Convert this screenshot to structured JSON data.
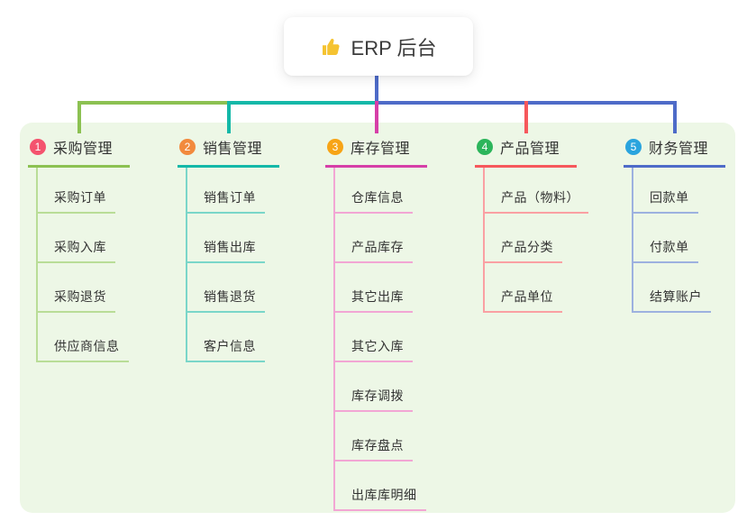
{
  "root": {
    "label": "ERP 后台",
    "icon": "thumbs-up-icon",
    "icon_color": "#F5C331"
  },
  "theme": {
    "page_bg": "#FFFFFF",
    "panel_bg": "#EDF7E6",
    "text_color": "#333333",
    "stem_color": "#4E6BC8"
  },
  "branches": [
    {
      "number": "1",
      "label": "采购管理",
      "badge_color": "#F4536E",
      "line_color": "#8CC152",
      "child_line_color": "#B9DD97",
      "children": [
        "采购订单",
        "采购入库",
        "采购退货",
        "供应商信息"
      ]
    },
    {
      "number": "2",
      "label": "销售管理",
      "badge_color": "#F28A3D",
      "line_color": "#14B8A8",
      "child_line_color": "#7AD6C9",
      "children": [
        "销售订单",
        "销售出库",
        "销售退货",
        "客户信息"
      ]
    },
    {
      "number": "3",
      "label": "库存管理",
      "badge_color": "#F7A416",
      "line_color": "#D63FA8",
      "child_line_color": "#F2A6D4",
      "children": [
        "仓库信息",
        "产品库存",
        "其它出库",
        "其它入库",
        "库存调拨",
        "库存盘点",
        "出库库明细"
      ]
    },
    {
      "number": "4",
      "label": "产品管理",
      "badge_color": "#2CB55B",
      "line_color": "#F6585C",
      "child_line_color": "#FAA0A3",
      "children": [
        "产品（物料）",
        "产品分类",
        "产品单位"
      ]
    },
    {
      "number": "5",
      "label": "财务管理",
      "badge_color": "#2AA4DE",
      "line_color": "#4E6BC8",
      "child_line_color": "#9DB1DF",
      "children": [
        "回款单",
        "付款单",
        "结算账户"
      ]
    }
  ]
}
